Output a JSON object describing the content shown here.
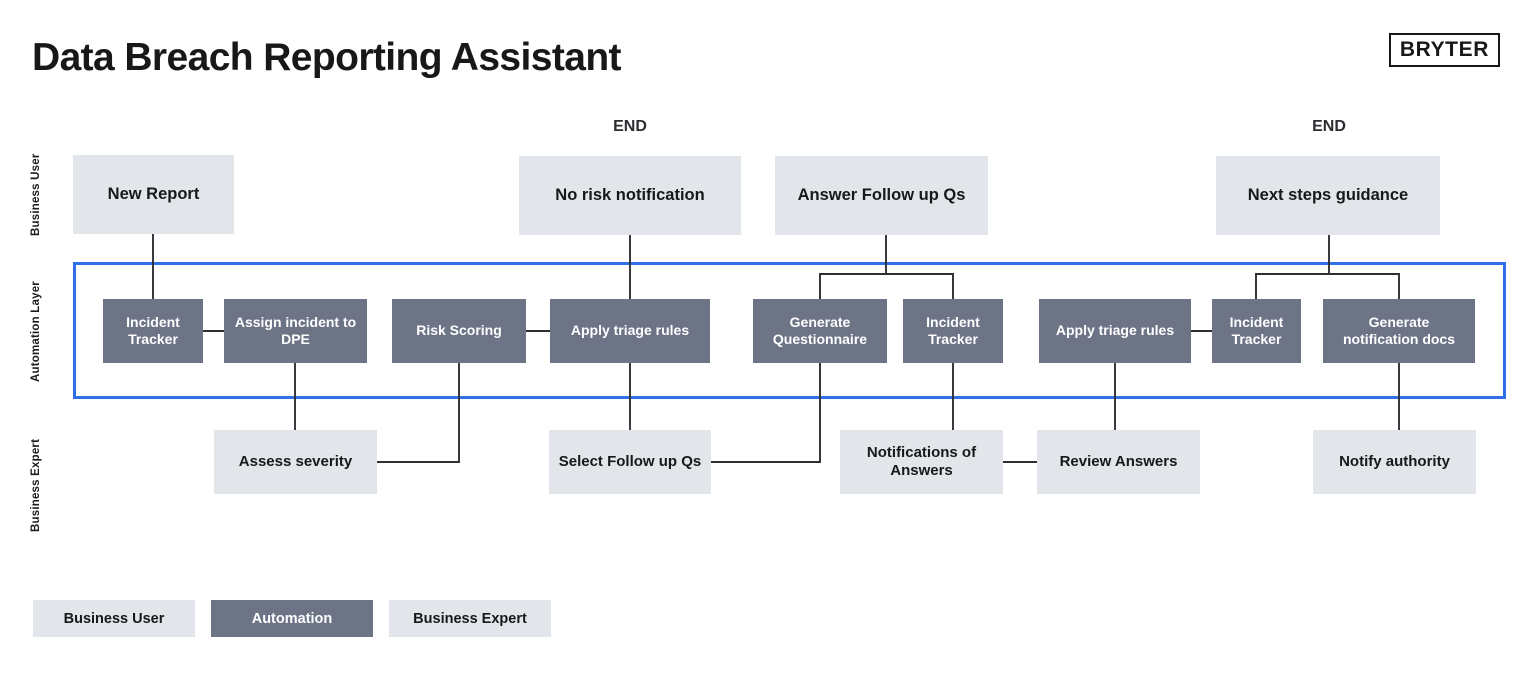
{
  "header": {
    "title": "Data Breach Reporting Assistant",
    "brand": "BRYTER"
  },
  "lanes": [
    {
      "id": "business-user",
      "label": "Business User"
    },
    {
      "id": "automation-layer",
      "label": "Automation Layer"
    },
    {
      "id": "business-expert",
      "label": "Business Expert"
    }
  ],
  "end_markers": [
    {
      "label": "END"
    },
    {
      "label": "END"
    }
  ],
  "nodes": {
    "business_user": [
      {
        "label": "New Report"
      },
      {
        "label": "No risk notification"
      },
      {
        "label": "Answer Follow up Qs"
      },
      {
        "label": "Next steps guidance"
      }
    ],
    "automation": [
      {
        "label": "Incident Tracker"
      },
      {
        "label": "Assign incident to DPE"
      },
      {
        "label": "Risk Scoring"
      },
      {
        "label": "Apply triage rules"
      },
      {
        "label": "Generate Questionnaire"
      },
      {
        "label": "Incident Tracker"
      },
      {
        "label": "Apply triage rules"
      },
      {
        "label": "Incident Tracker"
      },
      {
        "label": "Generate notification docs"
      }
    ],
    "business_expert": [
      {
        "label": "Assess severity"
      },
      {
        "label": "Select Follow up Qs"
      },
      {
        "label": "Notifications of Answers"
      },
      {
        "label": "Review Answers"
      },
      {
        "label": "Notify authority"
      }
    ]
  },
  "legend": [
    {
      "label": "Business User",
      "color": "#e2e5e9"
    },
    {
      "label": "Automation",
      "color": "#6c7486"
    },
    {
      "label": "Business Expert",
      "color": "#e2e5e9"
    }
  ],
  "colors": {
    "user_fill": "#e2e5e9",
    "automation_fill": "#6c7486",
    "expert_fill": "#e2e5e9",
    "lane_border": "#2f6fe8",
    "connector": "#2d2f33",
    "text_dark": "#17181a",
    "background": "#ffffff"
  }
}
